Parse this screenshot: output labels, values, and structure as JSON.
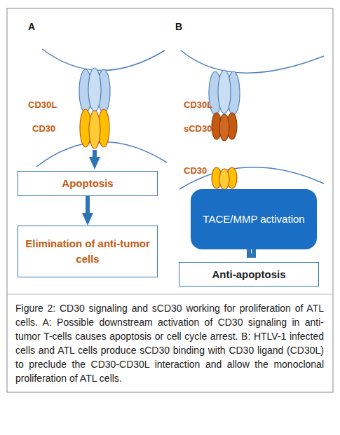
{
  "diagram": {
    "caption": "Figure 2: CD30 signaling and sCD30 working for proliferation of ATL cells. A: Possible downstream activation of CD30 signaling in anti-tumor T-cells causes apoptosis or cell cycle arrest. B: HTLV-1 infected cells and ATL cells produce sCD30 binding with CD30 ligand (CD30L) to preclude the CD30-CD30L interaction and allow the monoclonal proliferation of ATL cells.",
    "nodes": [
      {
        "text": [
          "Apoptosis"
        ]
      },
      {
        "text": [
          "Elimination of anti-tumor cells"
        ]
      },
      {
        "text": [
          "TACE/MMP activation"
        ]
      },
      {
        "text": [
          "Anti-apoptosis"
        ]
      }
    ],
    "edges": [
      {
        "from": 0,
        "to": 1,
        "arrow": "to"
      },
      {
        "from": 2,
        "to": 3,
        "arrow": "to"
      }
    ],
    "labels": [
      "A",
      "B",
      "CD30L",
      "CD30",
      "CD30L",
      "sCD30",
      "CD30"
    ]
  }
}
